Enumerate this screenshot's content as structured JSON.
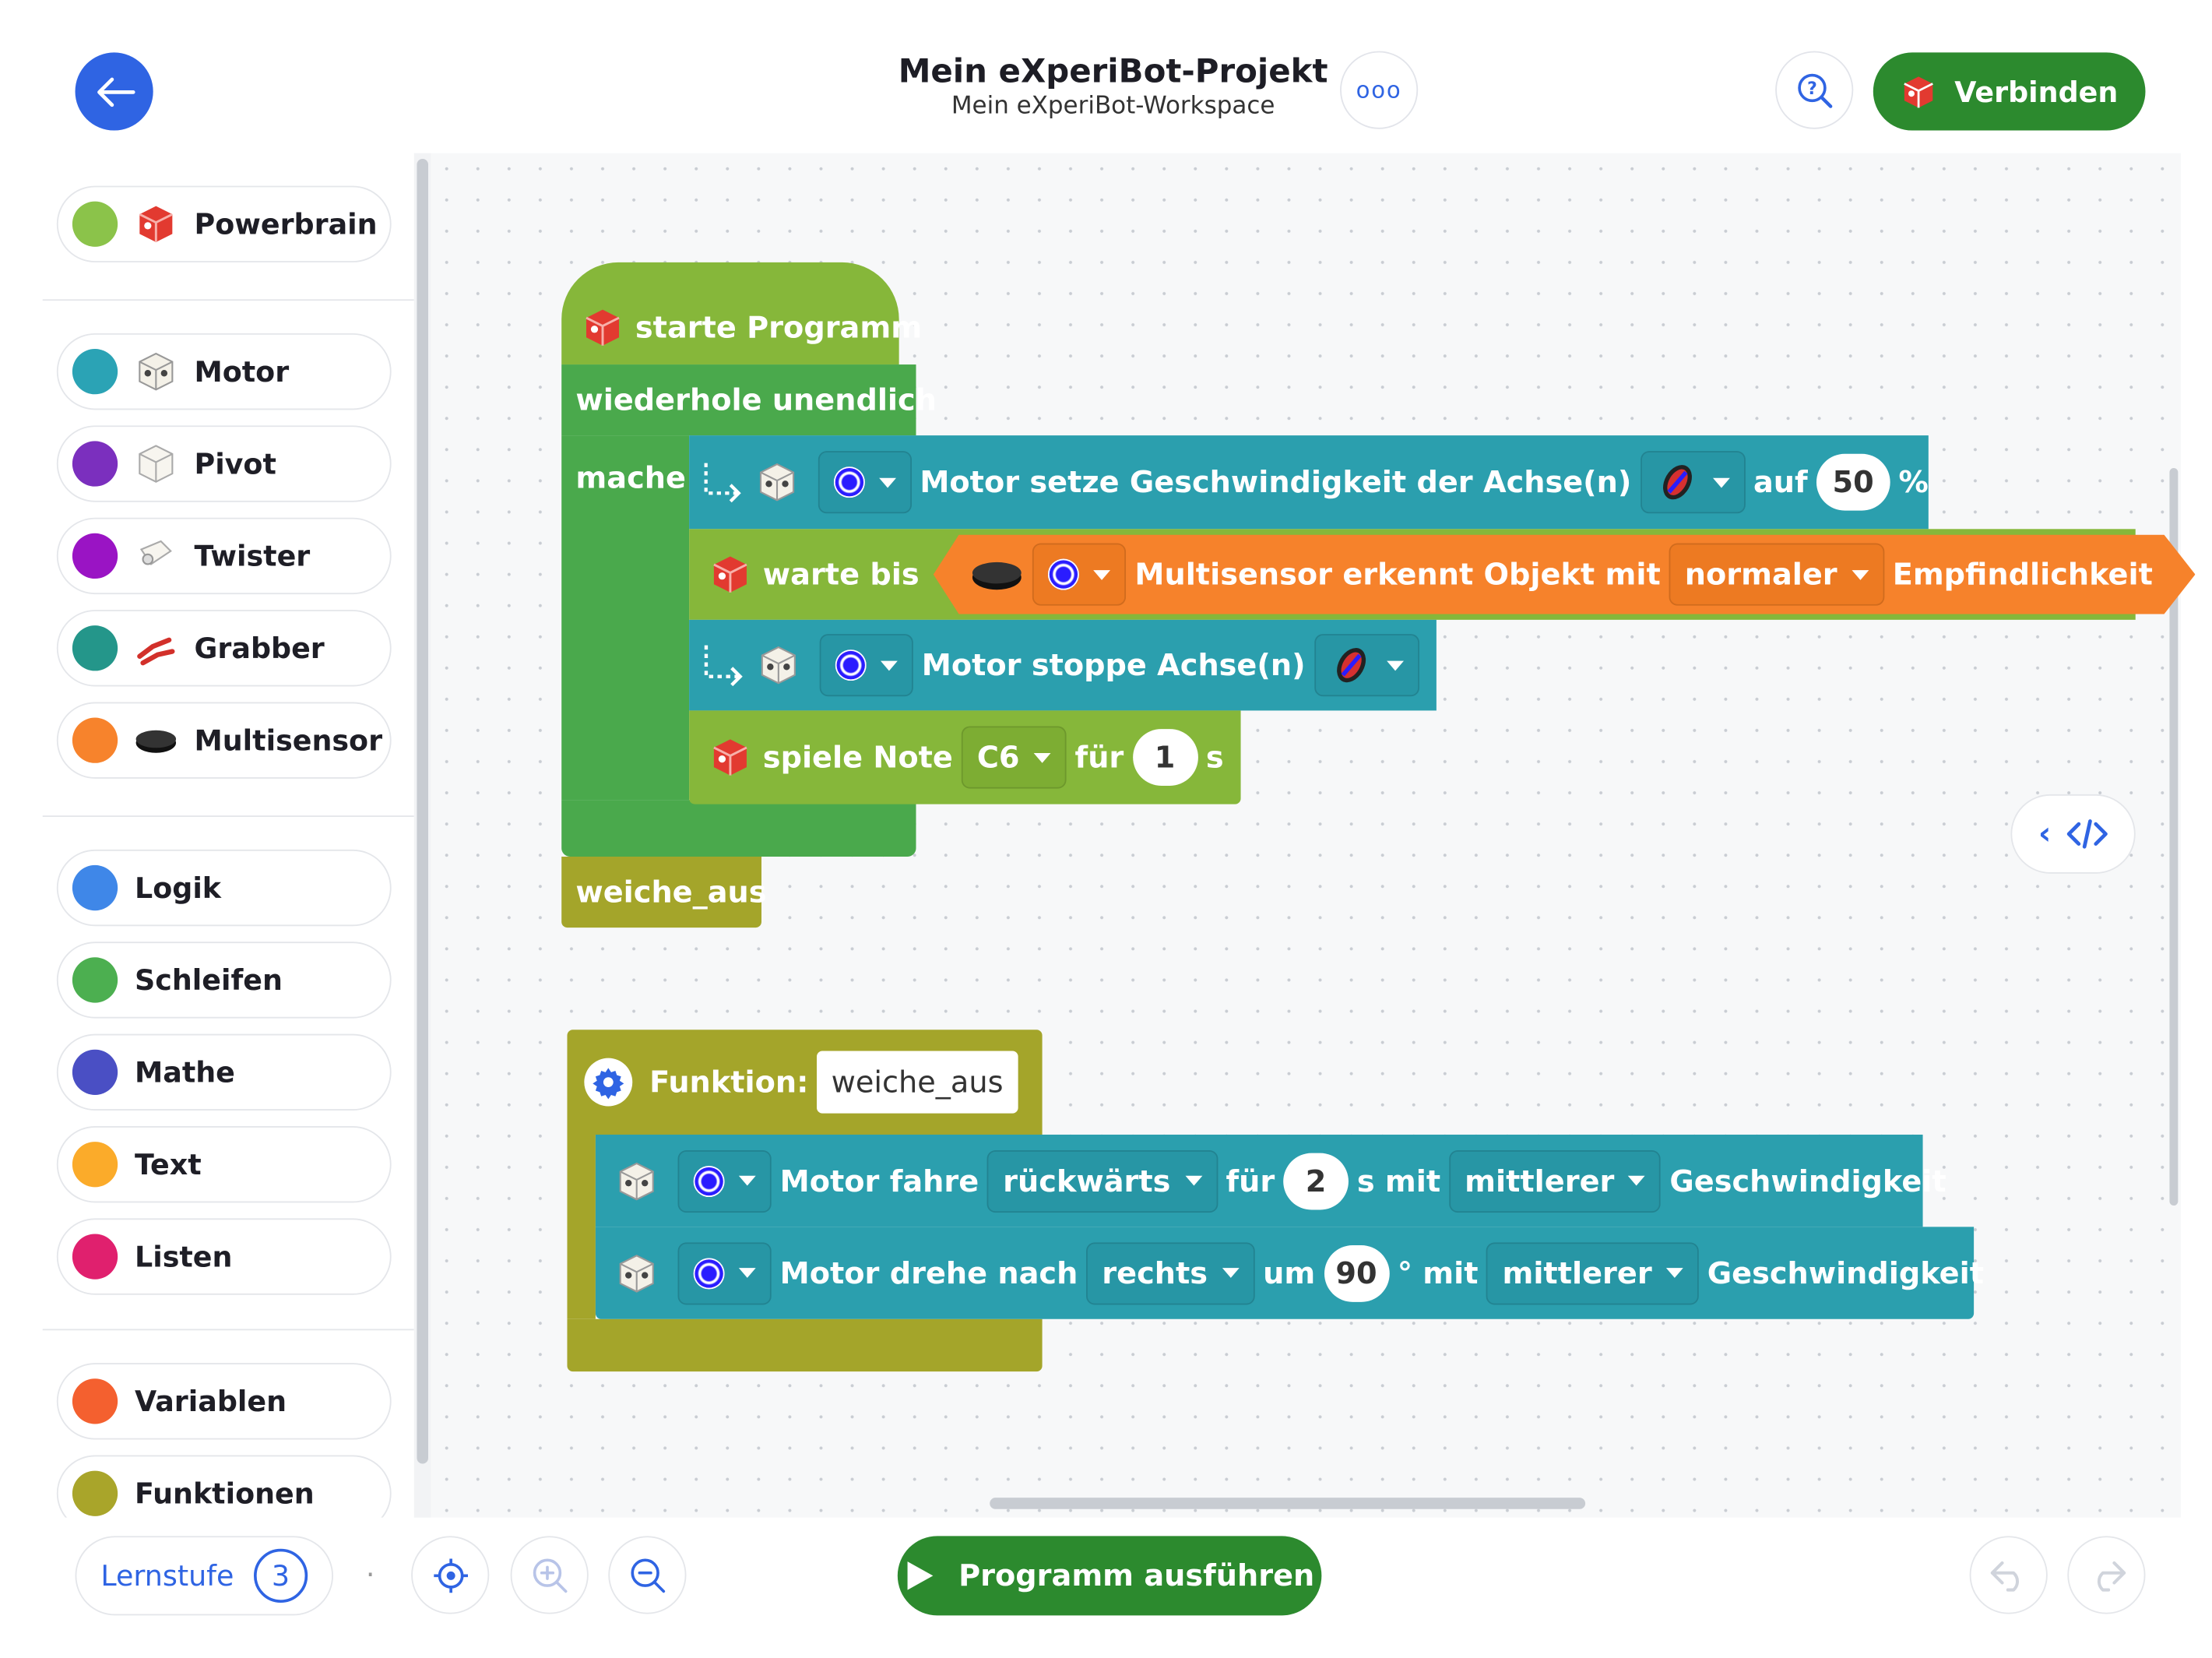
{
  "header": {
    "title": "Mein eXperiBot-Projekt",
    "subtitle": "Mein eXperiBot-Workspace",
    "more_label": "ooo",
    "connect_label": "Verbinden"
  },
  "sidebar": {
    "categories": [
      {
        "label": "Powerbrain",
        "color": "#8bc34a"
      },
      {
        "label": "Motor",
        "color": "#2ba3b5"
      },
      {
        "label": "Pivot",
        "color": "#7b2fbe"
      },
      {
        "label": "Twister",
        "color": "#9a14c4"
      },
      {
        "label": "Grabber",
        "color": "#24968a"
      },
      {
        "label": "Multisensor",
        "color": "#f7832c"
      },
      {
        "label": "Logik",
        "color": "#3f87e8"
      },
      {
        "label": "Schleifen",
        "color": "#4caf50"
      },
      {
        "label": "Mathe",
        "color": "#4a4fc4"
      },
      {
        "label": "Text",
        "color": "#fbab2a"
      },
      {
        "label": "Listen",
        "color": "#e0206e"
      },
      {
        "label": "Variablen",
        "color": "#f4602f"
      },
      {
        "label": "Funktionen",
        "color": "#a9a52a"
      }
    ]
  },
  "blocks": {
    "start": "starte Programm",
    "repeat": "wiederhole unendlich",
    "do": "mache",
    "motor_speed": {
      "text": "Motor setze Geschwindigkeit der Achse(n)",
      "on": "auf",
      "value": "50",
      "unit": "%"
    },
    "wait": {
      "text": "warte bis",
      "sensor_text": "Multisensor erkennt Objekt mit",
      "sensitivity": "normaler",
      "suffix": "Empfindlichkeit"
    },
    "motor_stop": {
      "text": "Motor stoppe Achse(n)"
    },
    "note": {
      "text": "spiele Note",
      "note": "C6",
      "for": "für",
      "value": "1",
      "unit": "s"
    },
    "call": "weiche_aus",
    "function": {
      "label": "Funktion:",
      "name": "weiche_aus"
    },
    "drive": {
      "text": "Motor fahre",
      "direction": "rückwärts",
      "for": "für",
      "value": "2",
      "unit": "s mit",
      "speed": "mittlerer",
      "suffix": "Geschwindigkeit"
    },
    "turn": {
      "text": "Motor drehe nach",
      "direction": "rechts",
      "by": "um",
      "value": "90",
      "unit": "° mit",
      "speed": "mittlerer",
      "suffix": "Geschwindigkeit"
    }
  },
  "footer": {
    "level_label": "Lernstufe",
    "level_value": "3",
    "separator": "·",
    "run_label": "Programm ausführen"
  }
}
